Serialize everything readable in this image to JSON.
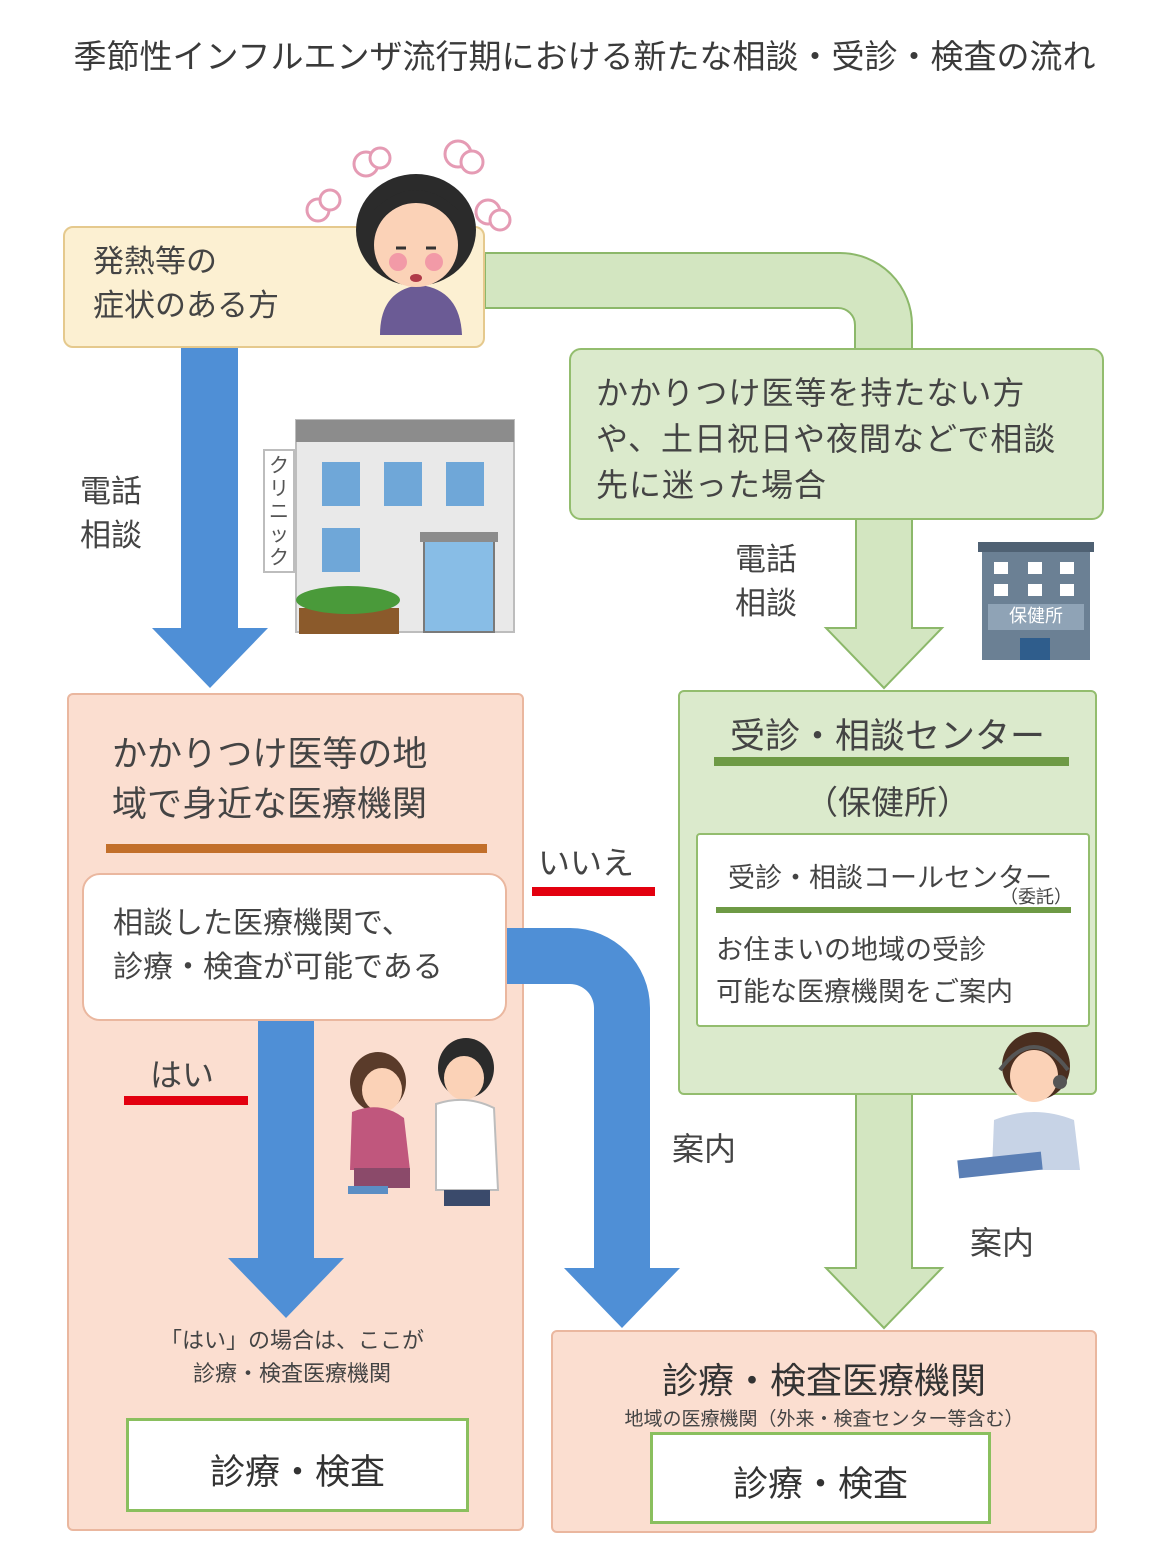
{
  "title": "季節性インフルエンザ流行期における新たな相談・受診・検査の流れ",
  "symptom_box": {
    "line1": "発熱等の",
    "line2": "症状のある方"
  },
  "no_doctor_box": {
    "line1": "かかりつけ医等を持たない方",
    "line2": "や、土日祝日や夜間などで相談",
    "line3": "先に迷った場合"
  },
  "phone_consult_left": {
    "line1": "電話",
    "line2": "相談"
  },
  "phone_consult_right": {
    "line1": "電話",
    "line2": "相談"
  },
  "clinic_sign": "クリニック",
  "health_center_sign": "保健所",
  "local_institution": {
    "heading_line1": "かかりつけ医等の地",
    "heading_line2": "域で身近な医療機関",
    "question_line1": "相談した医療機関で、",
    "question_line2": "診療・検査が可能である",
    "yes_label": "はい",
    "yes_note_line1": "「はい」の場合は、ここが",
    "yes_note_line2": "診療・検査医療機関",
    "exam_label": "診療・検査"
  },
  "no_label": "いいえ",
  "guide_label_left": "案内",
  "guide_label_right": "案内",
  "center": {
    "title": "受診・相談センター",
    "subtitle": "（保健所）",
    "call_title": "受診・相談コールセンター",
    "call_note": "（委託）",
    "call_text_line1": "お住まいの地域の受診",
    "call_text_line2": "可能な医療機関をご案内"
  },
  "destination": {
    "title": "診療・検査医療機関",
    "subtitle": "地域の医療機関（外来・検査センター等含む）",
    "exam_label": "診療・検査"
  },
  "colors": {
    "blue_arrow": "#4f8fd6",
    "green_arrow": "#d3e6c1",
    "green_arrow_border": "#8cb86a",
    "peach_box": "#fbded0",
    "cream_box": "#fcf0d2",
    "red_underline": "#e3000f",
    "orange_underline": "#c26f2a",
    "green_underline": "#6e9a45"
  }
}
